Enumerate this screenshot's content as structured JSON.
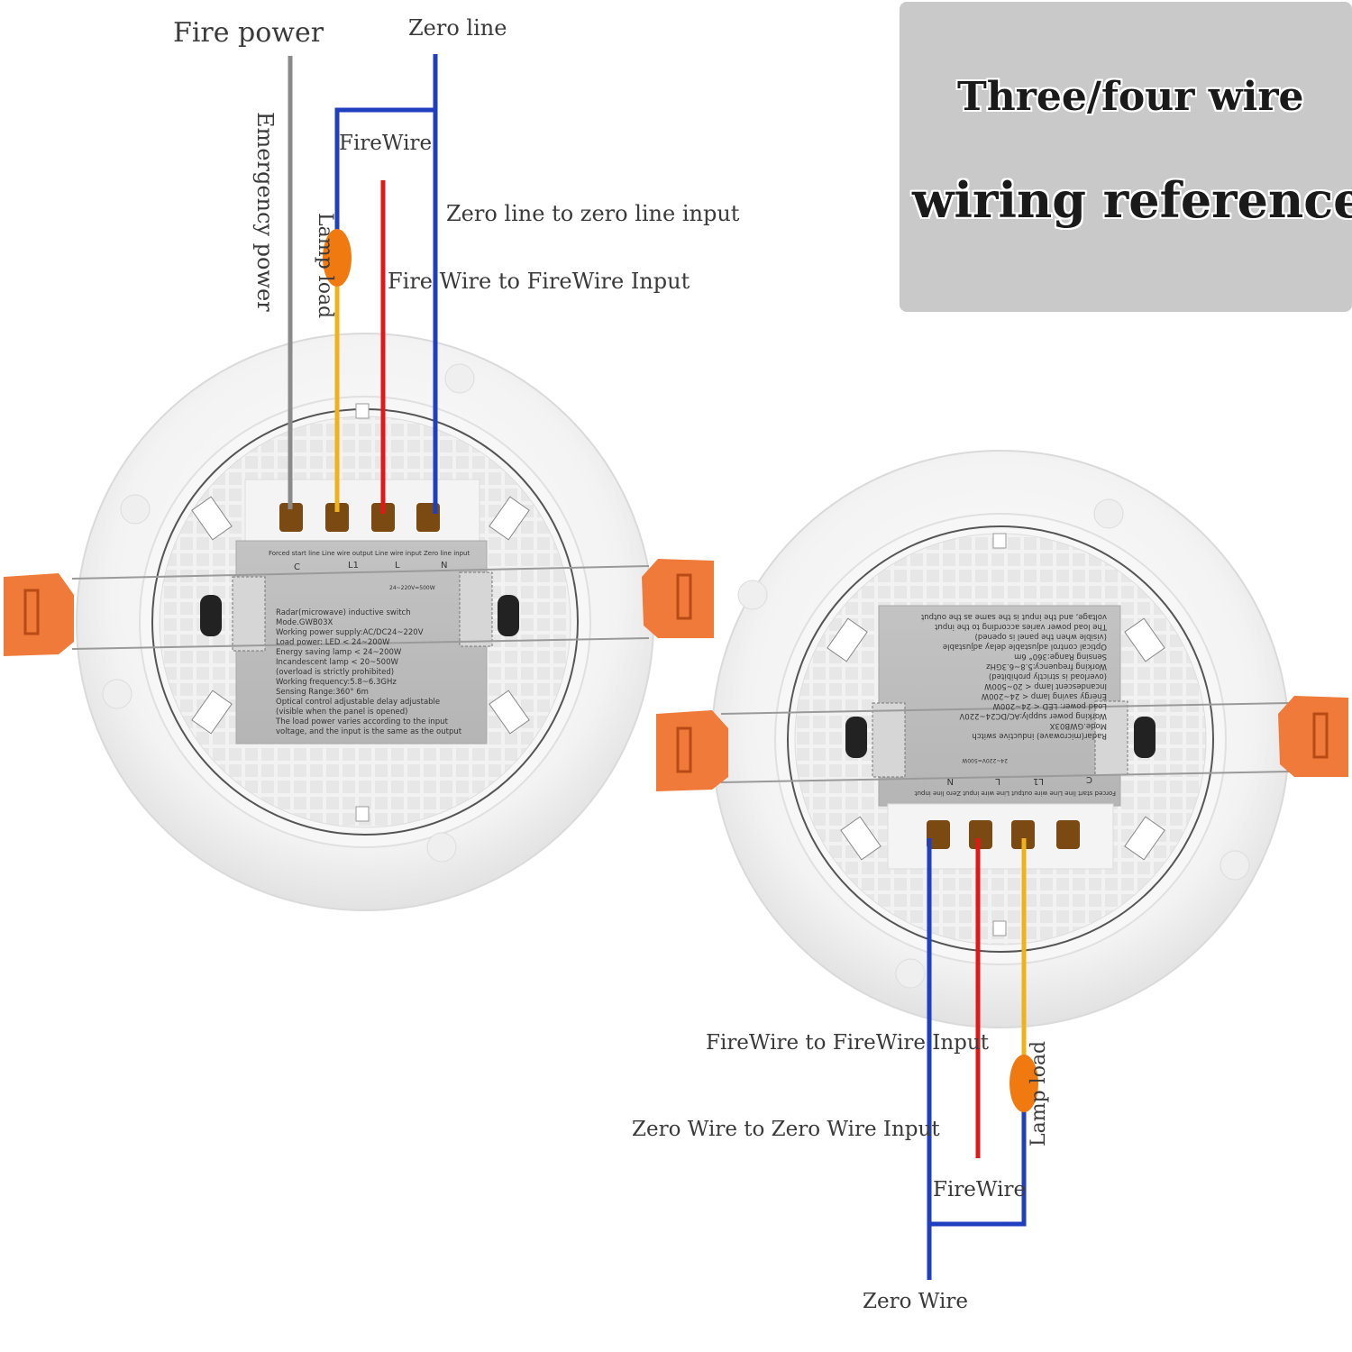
{
  "title": {
    "line1": "Three/four wire",
    "line2": "wiring reference"
  },
  "top_diagram": {
    "fire_power": "Fire power",
    "zero_line": "Zero line",
    "emergency_power": "Emergency power",
    "firewire": "FireWire",
    "lamp_load": "Lamp load",
    "zero_to_zero": "Zero line to zero line input",
    "fire_to_fire": "Fire Wire to FireWire Input"
  },
  "bottom_diagram": {
    "fire_to_fire": "FireWire to FireWire Input",
    "zero_to_zero": "Zero Wire to Zero Wire Input",
    "lamp_load": "Lamp load",
    "firewire": "FireWire",
    "zero_wire": "Zero Wire"
  },
  "sensor_label": {
    "header": "Forced start line  Line wire output  Line wire input  Zero line input",
    "terminals": [
      "C",
      "L1",
      "L",
      "N"
    ],
    "spec_lines": [
      "Radar(microwave) inductive switch",
      "Mode.GWB03X",
      "Working power supply:AC/DC24~220V",
      "Load power: LED < 24~200W",
      "Energy saving lamp < 24~200W",
      "Incandescent lamp < 20~500W",
      "(overload is strictly prohibited)",
      "Working frequency:5.8~6.3GHz",
      "Sensing Range:360°  6m",
      "Optical control adjustable delay adjustable",
      "(visible when the panel is opened)",
      "The load power varies according to the input",
      "voltage, and the input is the same as the output"
    ],
    "voltage_tag": "24~220V=500W"
  },
  "colors": {
    "zero_wire": "#1f3fbf",
    "fire_wire": "#e01818",
    "lamp_wire": "#f0b21a",
    "emergency_wire": "#8a8a8a",
    "lamp_load": "#f07a10",
    "clip": "#f07a3a",
    "title_bg": "#c9c9c9"
  }
}
